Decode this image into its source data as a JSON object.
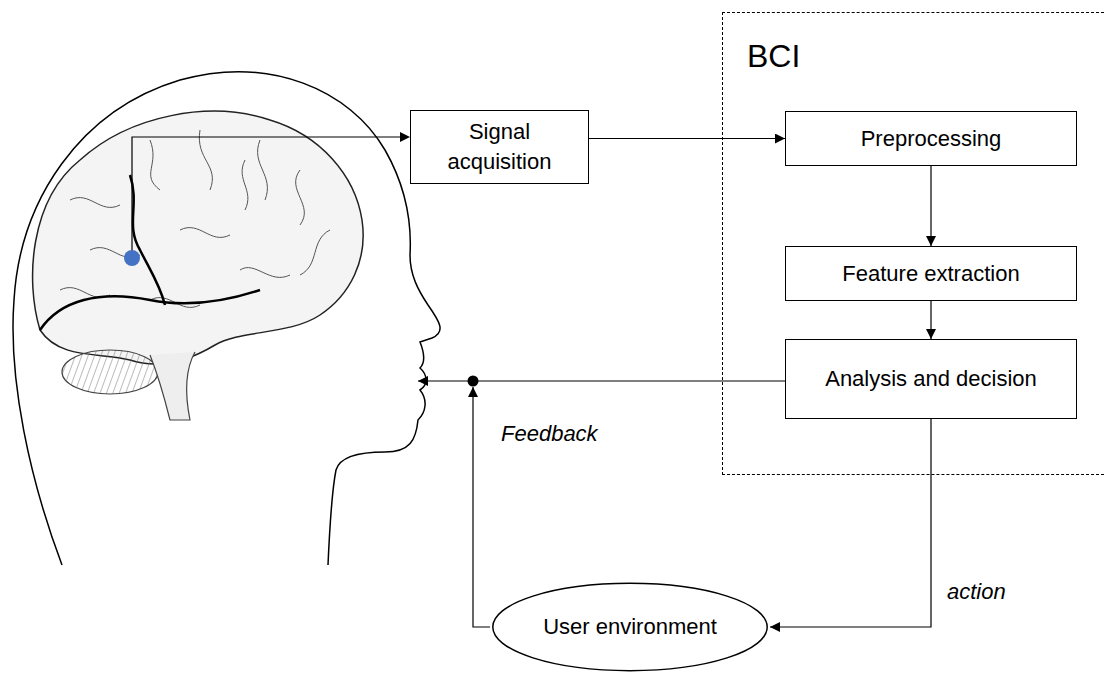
{
  "diagram": {
    "nodes": [
      {
        "text": [
          "Signal acquisition"
        ]
      },
      {
        "text": [
          "BCI"
        ]
      },
      {
        "text": [
          "Preprocessing"
        ],
        "in": 1
      },
      {
        "text": [
          "Feature extraction"
        ],
        "in": 1
      },
      {
        "text": [
          "Analysis and decision"
        ],
        "in": 1
      },
      {
        "text": [
          "User environment"
        ]
      }
    ],
    "edges": [
      {
        "from": 0,
        "to": 2,
        "arrow": "to"
      },
      {
        "from": 2,
        "to": 3,
        "arrow": "to"
      },
      {
        "from": 3,
        "to": 4,
        "arrow": "to"
      },
      {
        "from": 4,
        "to": 5,
        "label": "action",
        "arrow": "to"
      }
    ],
    "labels": [
      "Feedback"
    ]
  }
}
